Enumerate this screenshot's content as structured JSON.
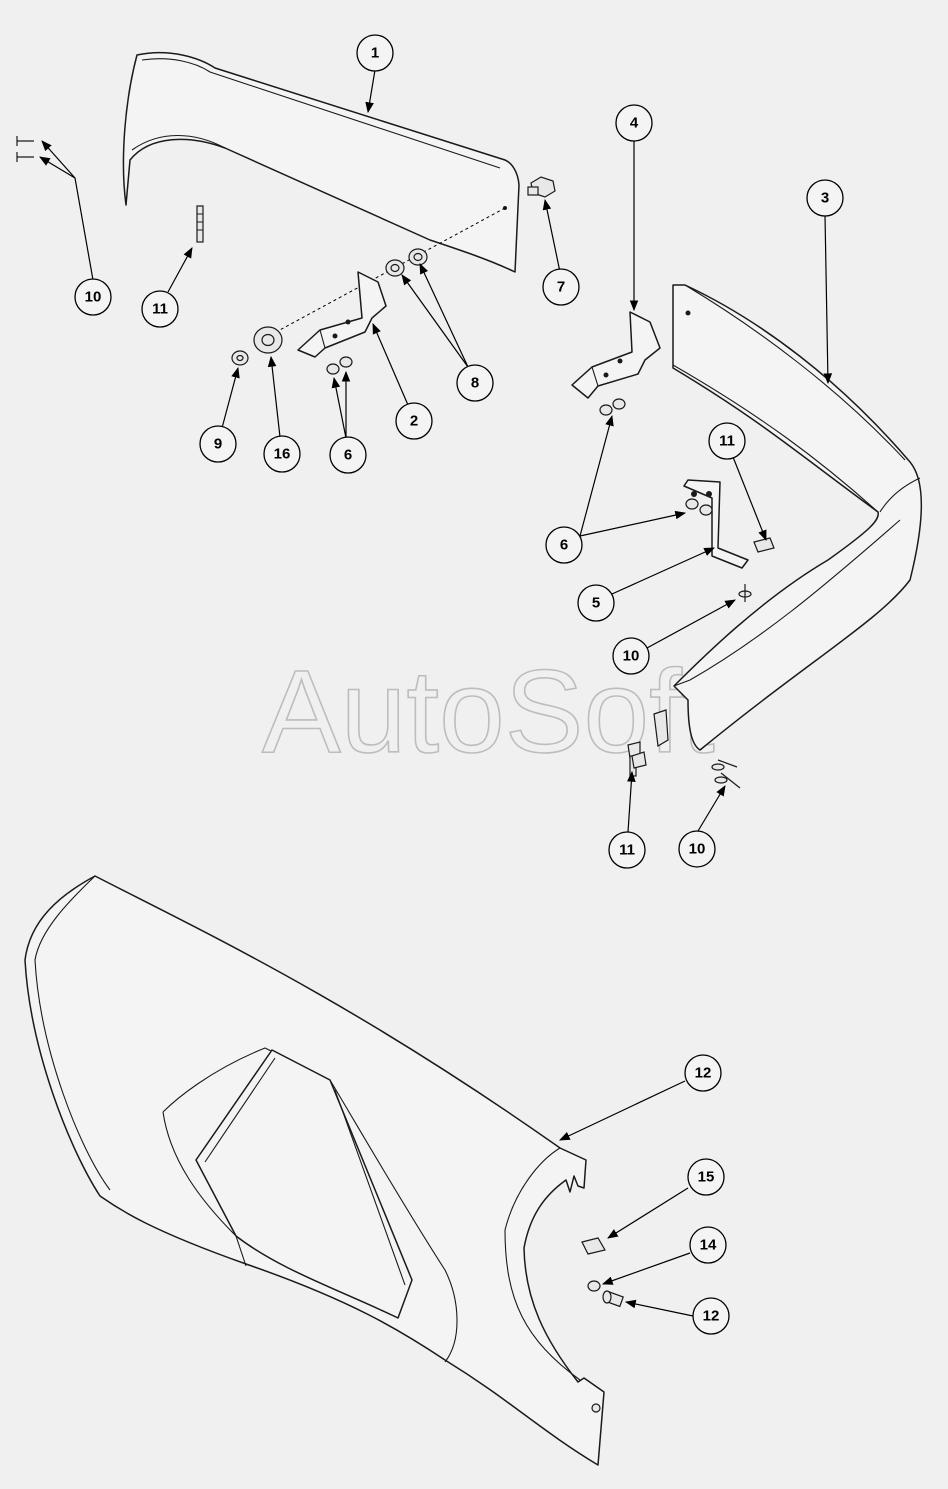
{
  "watermark": {
    "text": "AutoSoft"
  },
  "callouts": [
    {
      "id": "c1",
      "label": "1"
    },
    {
      "id": "c10a",
      "label": "10"
    },
    {
      "id": "c11a",
      "label": "11"
    },
    {
      "id": "c7",
      "label": "7"
    },
    {
      "id": "c8",
      "label": "8"
    },
    {
      "id": "c2",
      "label": "2"
    },
    {
      "id": "c9",
      "label": "9"
    },
    {
      "id": "c16",
      "label": "16"
    },
    {
      "id": "c6a",
      "label": "6"
    },
    {
      "id": "c4",
      "label": "4"
    },
    {
      "id": "c3",
      "label": "3"
    },
    {
      "id": "c11b",
      "label": "11"
    },
    {
      "id": "c6b",
      "label": "6"
    },
    {
      "id": "c5",
      "label": "5"
    },
    {
      "id": "c10b",
      "label": "10"
    },
    {
      "id": "c11c",
      "label": "11"
    },
    {
      "id": "c10c",
      "label": "10"
    },
    {
      "id": "c12a",
      "label": "12"
    },
    {
      "id": "c15",
      "label": "15"
    },
    {
      "id": "c14",
      "label": "14"
    },
    {
      "id": "c12b",
      "label": "12"
    }
  ]
}
